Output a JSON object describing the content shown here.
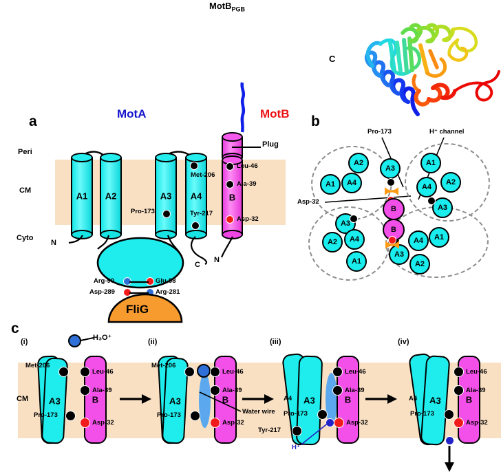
{
  "figure": {
    "structure_label": "MotB",
    "structure_sub": "PGB",
    "terminus_c": "C"
  },
  "panel_a": {
    "letter": "a",
    "title_mota": "MotA",
    "title_motb": "MotB",
    "membrane_labels": [
      "Peri",
      "CM",
      "Cyto"
    ],
    "helices": [
      {
        "name": "A1"
      },
      {
        "name": "A2"
      },
      {
        "name": "A3"
      },
      {
        "name": "A4"
      },
      {
        "name": "B"
      }
    ],
    "plug_label": "Plug",
    "residues": [
      {
        "label": "Met-206",
        "color": "#000000"
      },
      {
        "label": "Pro-173",
        "color": "#000000"
      },
      {
        "label": "Tyr-217",
        "color": "#000000"
      },
      {
        "label": "Leu-46",
        "color": "#000000"
      },
      {
        "label": "Ala-39",
        "color": "#000000"
      },
      {
        "label": "Asp-32",
        "color": "#F21B1B"
      }
    ],
    "termini": [
      "N",
      "C",
      "N"
    ],
    "cyto_pairs": [
      {
        "label": "Arg-90",
        "color": "#2E6FD8"
      },
      {
        "label": "Glu-98",
        "color": "#F21B1B"
      },
      {
        "label": "Asp-289",
        "color": "#F21B1B"
      },
      {
        "label": "Arg-281",
        "color": "#2E6FD8"
      }
    ],
    "flig_label": "FliG"
  },
  "panel_b": {
    "letter": "b",
    "callouts": [
      "Pro-173",
      "H⁺ channel",
      "Asp-32"
    ],
    "clusters": [
      {
        "id": "top-left",
        "subunits": [
          "A2",
          "A1",
          "A4",
          "A3"
        ]
      },
      {
        "id": "top-right",
        "subunits": [
          "A1",
          "A4",
          "A2",
          "A3"
        ]
      },
      {
        "id": "bottom-left",
        "subunits": [
          "A3",
          "A2",
          "A4",
          "A1"
        ]
      },
      {
        "id": "bottom-right",
        "subunits": [
          "A3",
          "A2",
          "A4",
          "A1"
        ]
      }
    ],
    "b_subunits": [
      "B",
      "B"
    ]
  },
  "panel_c": {
    "letter": "c",
    "membrane_label": "CM",
    "steps": [
      "(i)",
      "(ii)",
      "(iii)",
      "(iv)"
    ],
    "hydronium_label": "H₃O⁺",
    "water_wire_label": "Water wire",
    "proton_label": "H⁺",
    "step_i": {
      "left_helix": "A3",
      "right_helix": "B",
      "residues": [
        "Met-206",
        "Leu-46",
        "Ala-39",
        "Pro-173",
        "Asp-32"
      ]
    },
    "step_ii": {
      "left_helix": "A3",
      "right_helix": "B",
      "residues": [
        "Met-206",
        "Leu-46",
        "Ala-39",
        "Pro-173",
        "Asp-32"
      ]
    },
    "step_iii": {
      "left_helix": "A3",
      "extra_helix": "A4",
      "right_helix": "B",
      "residues": [
        "Leu-46",
        "Ala-39",
        "Pro-173",
        "Tyr-217",
        "Asp-32"
      ]
    },
    "step_iv": {
      "left_helix": "A3",
      "extra_helix": "A4",
      "right_helix": "B",
      "residues": [
        "Leu-46",
        "Ala-39",
        "Pro-173",
        "Asp-32"
      ]
    }
  },
  "colors": {
    "membrane": "#FAE0C3",
    "mota_cyan": "#19EDED",
    "motb_magenta": "#F24FE8",
    "flig_orange": "#F79B2E",
    "asp_red": "#F21B1B",
    "arg_blue": "#2E6FD8",
    "water_blue": "#5BA8EE",
    "channel_orange": "#FF9A14",
    "mota_title": "#1414CC",
    "motb_title": "#EE1111"
  }
}
